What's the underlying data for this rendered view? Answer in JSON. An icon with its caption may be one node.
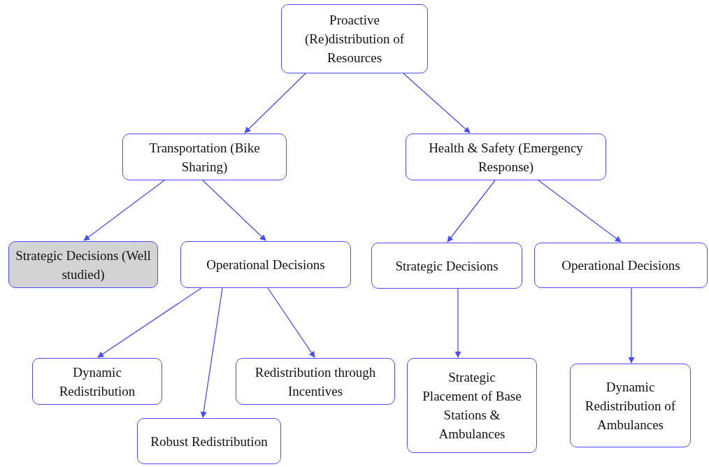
{
  "diagram": {
    "nodes": [
      {
        "text": [
          "Proactive (Re)distribution of Resources"
        ]
      },
      {
        "text": [
          "Transportation (Bike Sharing)"
        ]
      },
      {
        "text": [
          "Health & Safety (Emergency Response)"
        ]
      },
      {
        "text": [
          "Strategic Decisions (Well studied)"
        ]
      },
      {
        "text": [
          "Operational Decisions"
        ]
      },
      {
        "text": [
          "Strategic Decisions"
        ]
      },
      {
        "text": [
          "Operational Decisions"
        ]
      },
      {
        "text": [
          "Dynamic Redistribution"
        ]
      },
      {
        "text": [
          "Robust Redistribution"
        ]
      },
      {
        "text": [
          "Redistribution through Incentives"
        ]
      },
      {
        "text": [
          "Strategic Placement of Base Stations & Ambulances"
        ]
      },
      {
        "text": [
          "Dynamic Redistribution of Ambulances"
        ]
      }
    ],
    "edges": [
      {
        "from": 0,
        "to": 1,
        "arrow": "to"
      },
      {
        "from": 0,
        "to": 2,
        "arrow": "to"
      },
      {
        "from": 1,
        "to": 3,
        "arrow": "to"
      },
      {
        "from": 1,
        "to": 4,
        "arrow": "to"
      },
      {
        "from": 2,
        "to": 5,
        "arrow": "to"
      },
      {
        "from": 2,
        "to": 6,
        "arrow": "to"
      },
      {
        "from": 4,
        "to": 7,
        "arrow": "to"
      },
      {
        "from": 4,
        "to": 8,
        "arrow": "to"
      },
      {
        "from": 4,
        "to": 9,
        "arrow": "to"
      },
      {
        "from": 5,
        "to": 10,
        "arrow": "to"
      },
      {
        "from": 6,
        "to": 11,
        "arrow": "to"
      }
    ]
  }
}
